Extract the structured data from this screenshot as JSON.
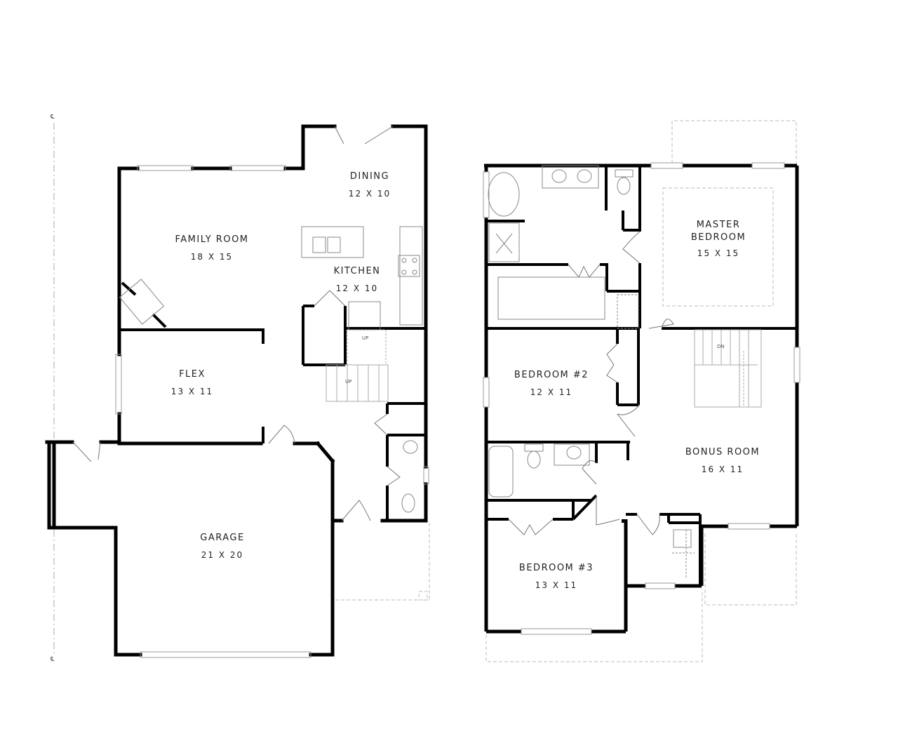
{
  "plans": [
    {
      "name": "first-floor",
      "rooms": [
        {
          "id": "family-room",
          "name": "FAMILY ROOM",
          "dimensions": "18 X 15"
        },
        {
          "id": "dining",
          "name": "DINING",
          "dimensions": "12 X 10"
        },
        {
          "id": "kitchen",
          "name": "KITCHEN",
          "dimensions": "12 X 10"
        },
        {
          "id": "flex",
          "name": "FLEX",
          "dimensions": "13 X 11"
        },
        {
          "id": "garage",
          "name": "GARAGE",
          "dimensions": "21 X 20"
        }
      ],
      "stair_labels": [
        "UP",
        "UP"
      ],
      "centerline_marks": [
        "℄",
        "℄"
      ]
    },
    {
      "name": "second-floor",
      "rooms": [
        {
          "id": "master-bedroom",
          "name": "MASTER",
          "name2": "BEDROOM",
          "dimensions": "15 X 15"
        },
        {
          "id": "bedroom-2",
          "name": "BEDROOM #2",
          "dimensions": "12 X 11"
        },
        {
          "id": "bonus-room",
          "name": "BONUS ROOM",
          "dimensions": "16 X 11"
        },
        {
          "id": "bedroom-3",
          "name": "BEDROOM #3",
          "dimensions": "13 X 11"
        }
      ],
      "stair_labels": [
        "DN"
      ]
    }
  ],
  "colors": {
    "wall": "#000000",
    "fixture": "#9a9a9a",
    "dashed": "#b5b5b5"
  }
}
